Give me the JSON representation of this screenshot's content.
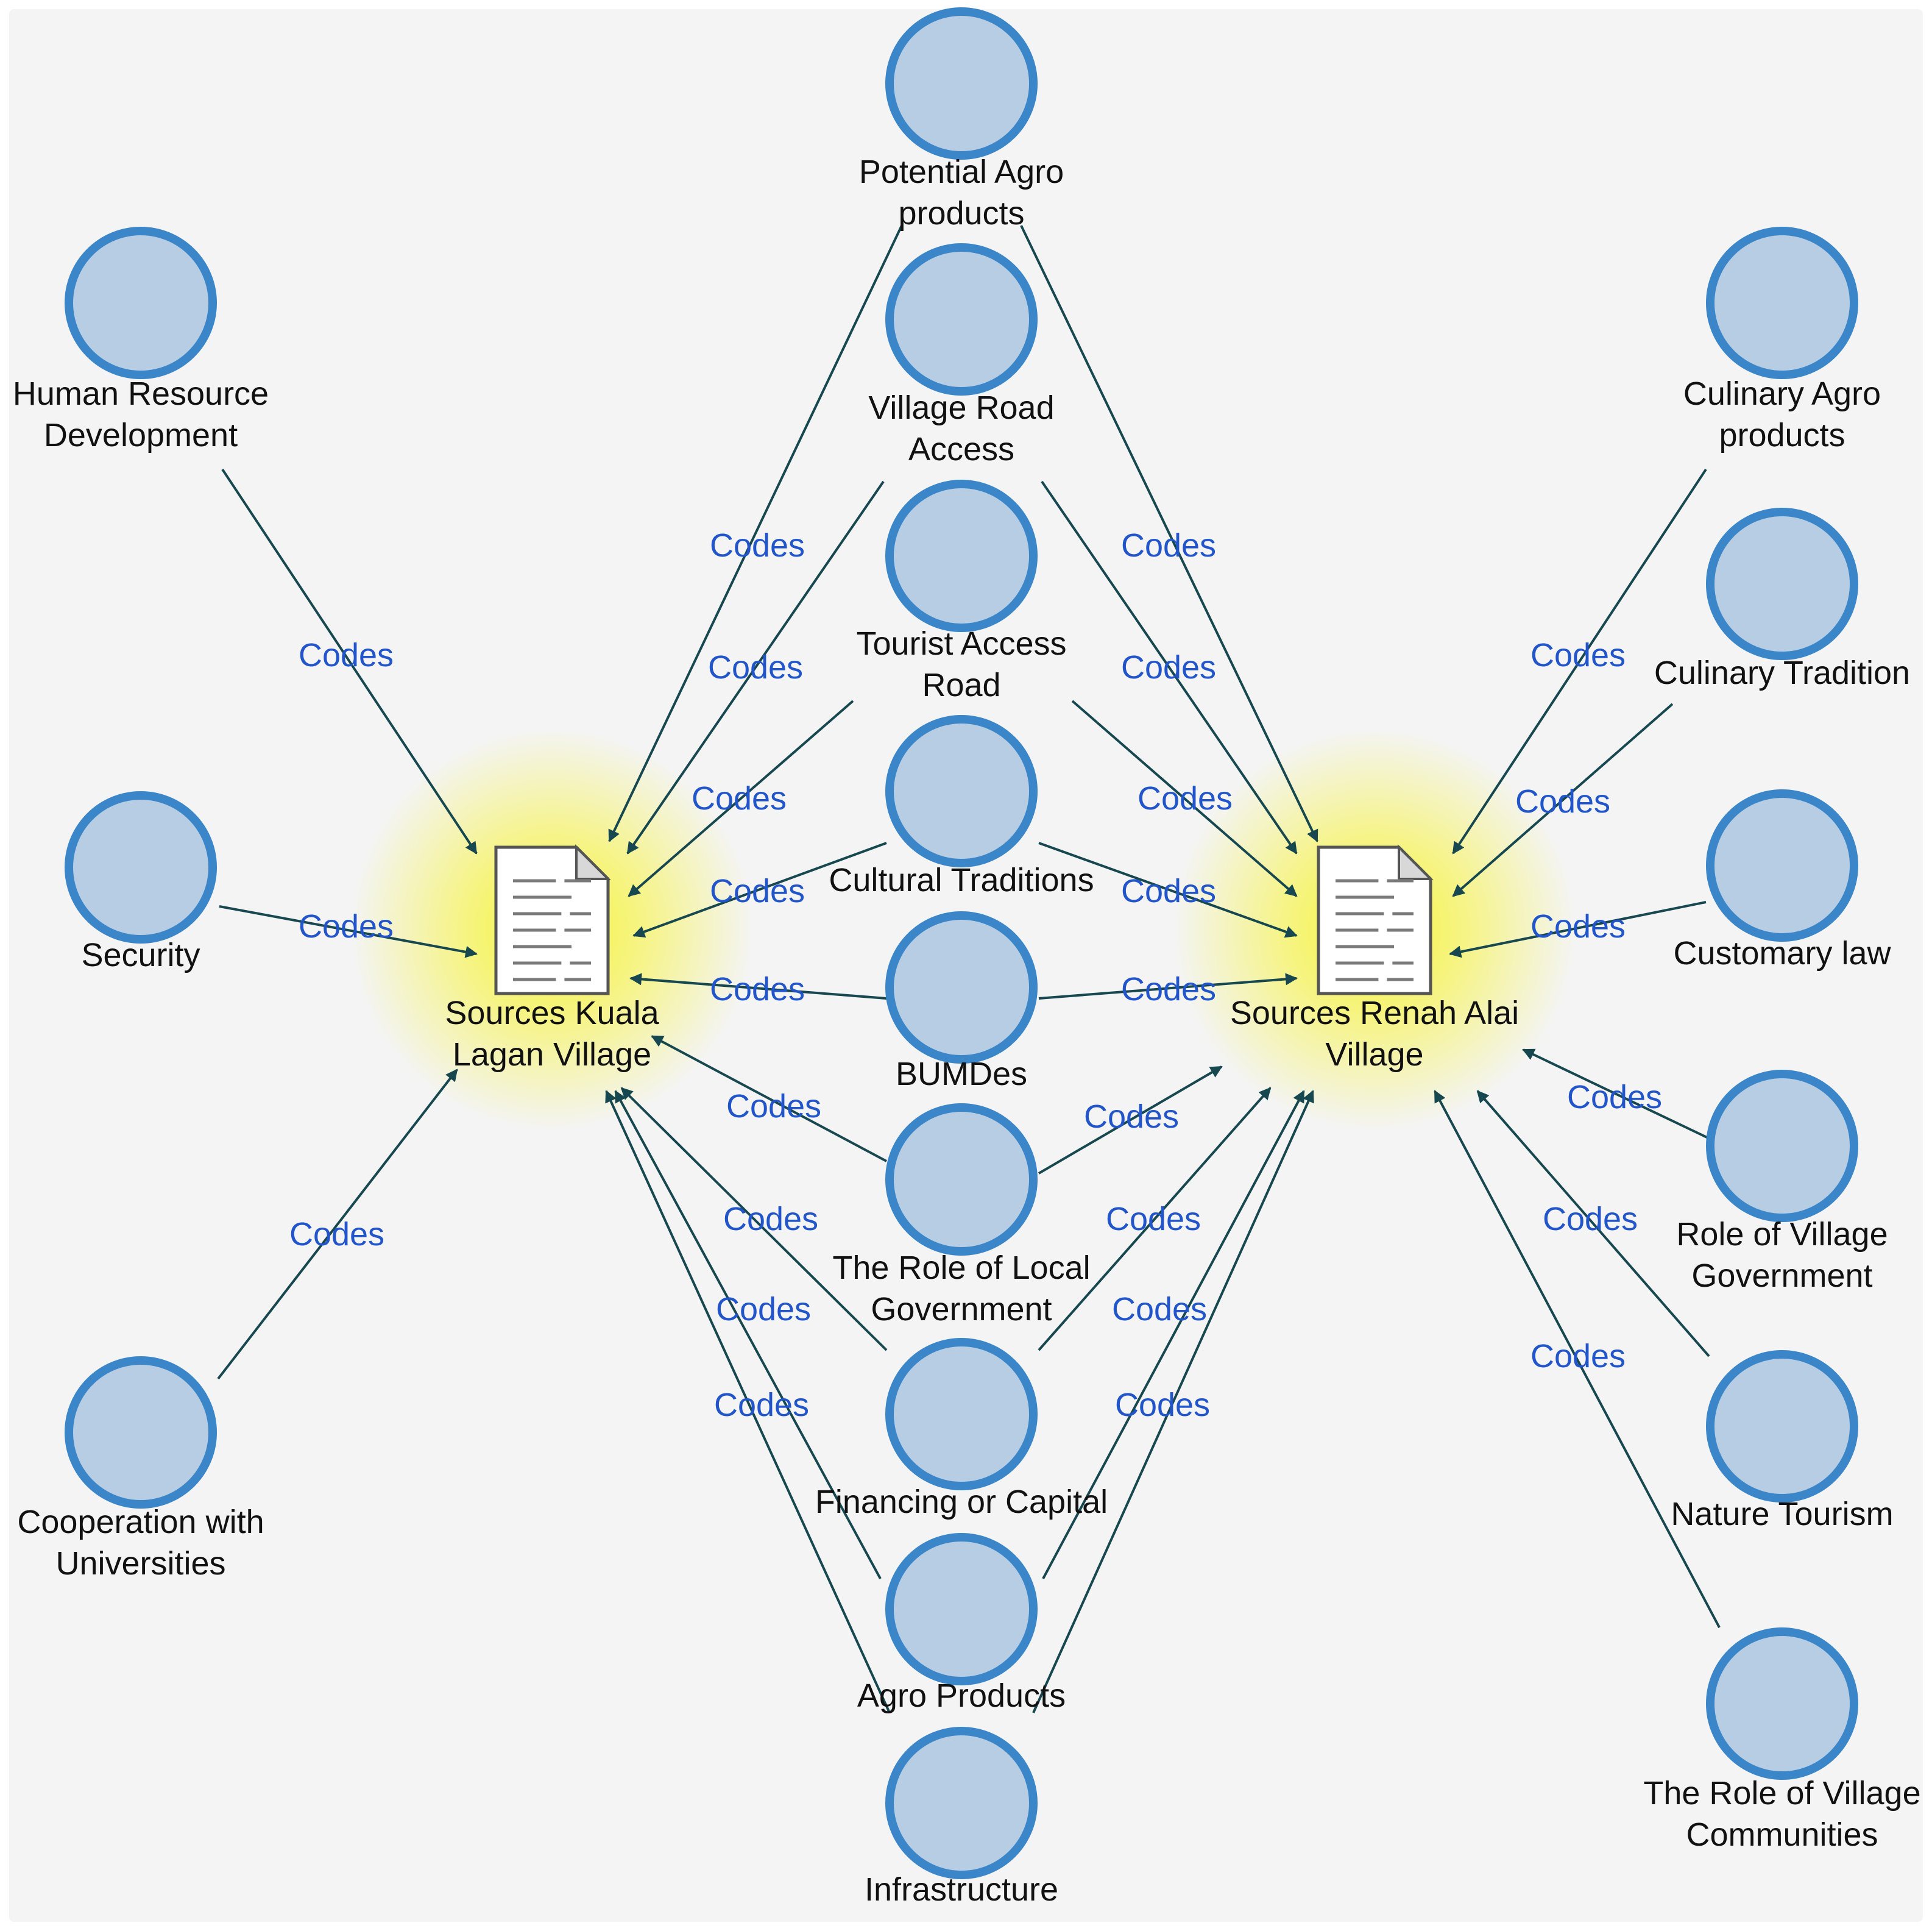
{
  "colors": {
    "background": "#f4f4f4",
    "node_fill": "#b7cde3",
    "node_stroke": "#3a86c8",
    "edge": "#17474f",
    "edge_label": "#2155c9",
    "highlight": "#f7f42a"
  },
  "sources": [
    {
      "id": "kuala",
      "label_lines": [
        "Sources Kuala",
        "Lagan Village"
      ],
      "icon": "document-icon"
    },
    {
      "id": "renah",
      "label_lines": [
        "Sources Renah Alai",
        "Village"
      ],
      "icon": "document-icon"
    }
  ],
  "codes": [
    {
      "id": "hrd",
      "label_lines": [
        "Human Resource",
        "Development"
      ],
      "targets": [
        "kuala"
      ]
    },
    {
      "id": "security",
      "label_lines": [
        "Security"
      ],
      "targets": [
        "kuala"
      ]
    },
    {
      "id": "cooperation",
      "label_lines": [
        "Cooperation with",
        "Universities"
      ],
      "targets": [
        "kuala"
      ]
    },
    {
      "id": "potential_agro",
      "label_lines": [
        "Potential Agro",
        "products"
      ],
      "targets": [
        "kuala",
        "renah"
      ]
    },
    {
      "id": "village_road",
      "label_lines": [
        "Village Road",
        "Access"
      ],
      "targets": [
        "kuala",
        "renah"
      ]
    },
    {
      "id": "tourist_road",
      "label_lines": [
        "Tourist Access",
        "Road"
      ],
      "targets": [
        "kuala",
        "renah"
      ]
    },
    {
      "id": "cultural",
      "label_lines": [
        "Cultural Traditions"
      ],
      "targets": [
        "kuala",
        "renah"
      ]
    },
    {
      "id": "bumdes",
      "label_lines": [
        "BUMDes"
      ],
      "targets": [
        "kuala",
        "renah"
      ]
    },
    {
      "id": "local_gov",
      "label_lines": [
        "The Role of Local",
        "Government"
      ],
      "targets": [
        "kuala",
        "renah"
      ]
    },
    {
      "id": "financing",
      "label_lines": [
        "Financing or Capital"
      ],
      "targets": [
        "kuala",
        "renah"
      ]
    },
    {
      "id": "agro_products",
      "label_lines": [
        "Agro Products"
      ],
      "targets": [
        "kuala",
        "renah"
      ]
    },
    {
      "id": "infrastructure",
      "label_lines": [
        "Infrastructure"
      ],
      "targets": [
        "kuala",
        "renah"
      ]
    },
    {
      "id": "culinary_agro",
      "label_lines": [
        "Culinary Agro",
        "products"
      ],
      "targets": [
        "renah"
      ]
    },
    {
      "id": "culinary_tradition",
      "label_lines": [
        "Culinary Tradition"
      ],
      "targets": [
        "renah"
      ]
    },
    {
      "id": "customary_law",
      "label_lines": [
        "Customary law"
      ],
      "targets": [
        "renah"
      ]
    },
    {
      "id": "village_gov",
      "label_lines": [
        "Role of Village",
        "Government"
      ],
      "targets": [
        "renah"
      ]
    },
    {
      "id": "nature_tourism",
      "label_lines": [
        "Nature Tourism"
      ],
      "targets": [
        "renah"
      ]
    },
    {
      "id": "communities",
      "label_lines": [
        "The Role of Village",
        "Communities"
      ],
      "targets": [
        "renah"
      ]
    }
  ],
  "edge_label": "Codes"
}
